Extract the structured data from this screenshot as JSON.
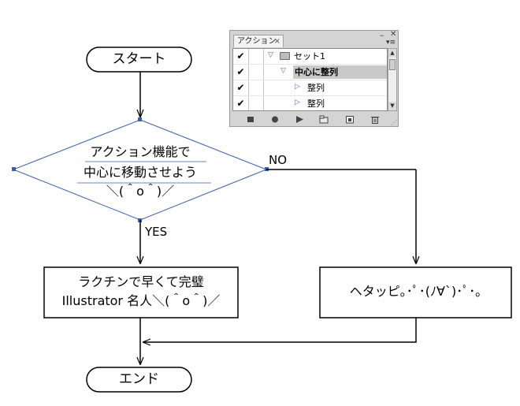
{
  "flowchart": {
    "start_label": "スタート",
    "decision_line1": "アクション機能で",
    "decision_line2": "中心に移動させよう",
    "decision_line3": "＼(＾o＾)／",
    "no_label": "NO",
    "yes_label": "YES",
    "process_yes_line1": "ラクチンで早くて完璧",
    "process_yes_line2": "Illustrator 名人＼(＾o＾)／",
    "process_no_text": "ヘタッピ｡･ﾟ･(ﾉ∀`)･ﾟ･｡",
    "end_label": "エンド",
    "colors": {
      "line": "#000000",
      "decision_outline": "#3b5fb0",
      "squiggle": "#6f87c9"
    }
  },
  "actions_panel": {
    "tab_label": "アクション",
    "tab_close": "×",
    "collapse_icon": "collapse-icon",
    "rows": [
      {
        "checked": true,
        "expanded": true,
        "kind": "set",
        "label": "セット1"
      },
      {
        "checked": true,
        "expanded": true,
        "kind": "action",
        "label": "中心に整列",
        "selected": true
      },
      {
        "checked": true,
        "expanded": false,
        "kind": "command",
        "label": "整列"
      },
      {
        "checked": true,
        "expanded": false,
        "kind": "command",
        "label": "整列"
      }
    ],
    "toolbar_icons": [
      "stop-icon",
      "record-icon",
      "play-icon",
      "new-set-icon",
      "new-action-icon",
      "delete-icon"
    ]
  }
}
